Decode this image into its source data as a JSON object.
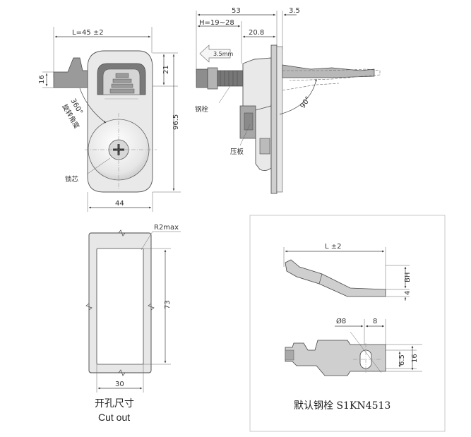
{
  "top_front": {
    "dim_width_top": "L=45 ±2",
    "dim_left": "16",
    "dim_right_upper": "21",
    "dim_height": "96.5",
    "dim_width_bottom": "44",
    "label_rotation_angle": "360°",
    "label_rotation": "旋转角度",
    "label_lock_core": "锁芯"
  },
  "top_side": {
    "dim_total": "53",
    "dim_right": "3.5",
    "dim_h": "H=19~28",
    "dim_depth": "20.8",
    "dim_stroke": "3.5mm",
    "angle": "90°",
    "label_steel_bolt": "钢栓",
    "label_pressure_plate": "压板"
  },
  "cutout": {
    "dim_radius": "R2max",
    "dim_height": "73",
    "dim_width": "30",
    "caption_cn": "开孔尺寸",
    "caption_en": "Cut out"
  },
  "bolt": {
    "dim_length": "L ±2",
    "dim_bh": "BH",
    "dim_thickness": "4",
    "dim_hole": "Ø8",
    "dim_offset": "8",
    "dim_width_inner": "6.5",
    "dim_width_outer": "16",
    "caption": "默认钢栓 S1KN4513"
  }
}
